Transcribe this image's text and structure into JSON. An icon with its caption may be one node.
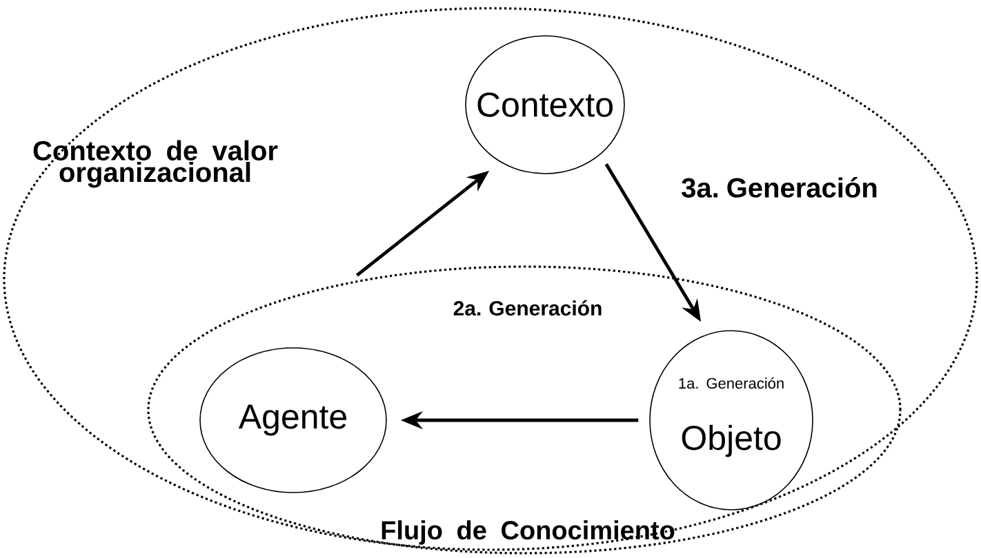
{
  "diagram": {
    "nodes": [
      {
        "text": [
          "Contexto de valor organizacional",
          "3a. Generación"
        ]
      },
      {
        "text": [
          "2a. Generación",
          "Flujo de Conocimiento"
        ],
        "in": 0
      },
      {
        "text": [
          "Contexto"
        ],
        "in": 0
      },
      {
        "text": [
          "Agente"
        ],
        "in": 1
      },
      {
        "text": [
          "1a. Generación",
          "Objeto"
        ],
        "in": 1
      }
    ],
    "edges": [
      {
        "from": 1,
        "to": 2,
        "arrow": "to"
      },
      {
        "from": 2,
        "to": 4,
        "arrow": "to"
      },
      {
        "from": 4,
        "to": 3,
        "arrow": "to"
      }
    ]
  }
}
